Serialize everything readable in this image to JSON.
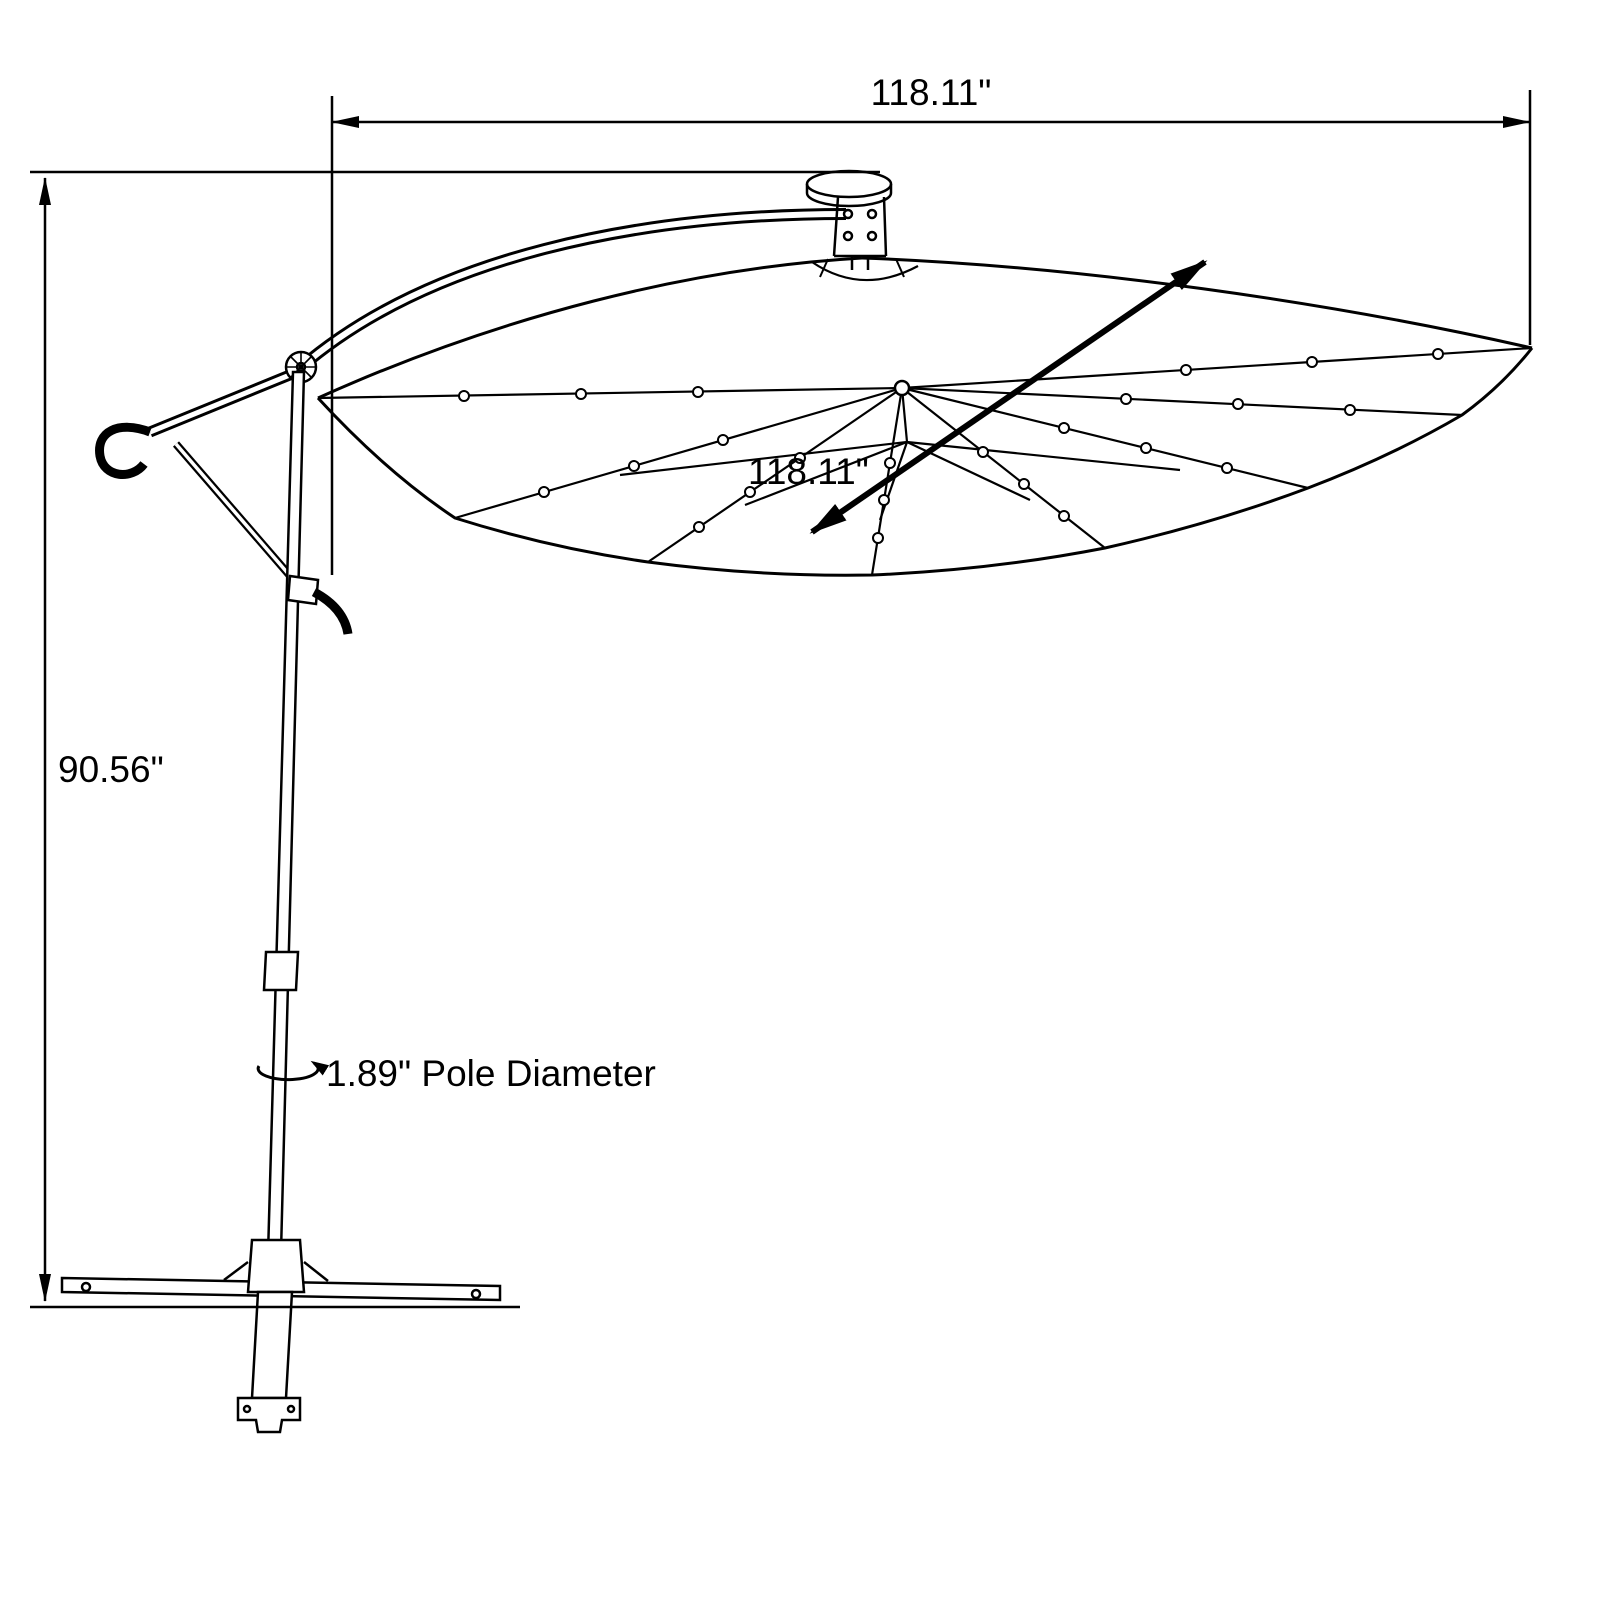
{
  "colors": {
    "line": "#000000",
    "background": "#ffffff"
  },
  "dimensions": {
    "overall_width": "118.11\"",
    "canopy_diameter": "118.11\"",
    "overall_height": "90.56\"",
    "pole_diameter_label": "1.89\" Pole Diameter"
  }
}
